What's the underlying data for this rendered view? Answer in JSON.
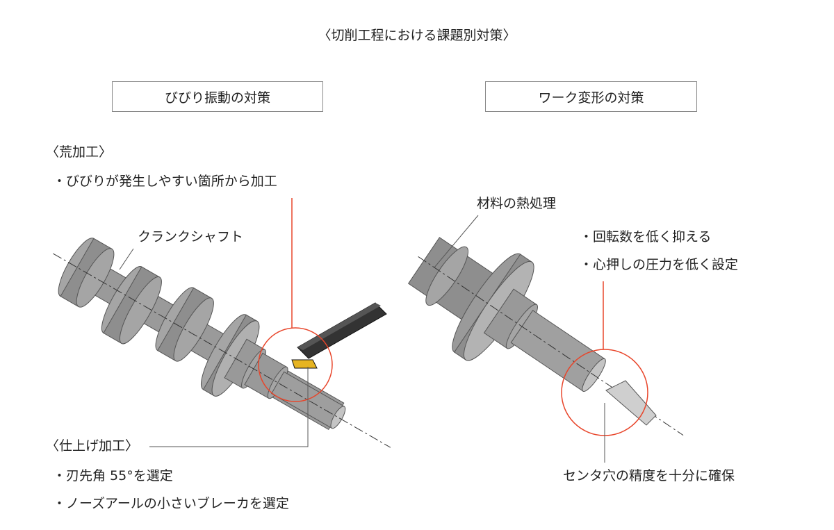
{
  "title": "〈切削工程における課題別対策〉",
  "left": {
    "heading": "びびり振動の対策",
    "rough_label": "〈荒加工〉",
    "rough_item": "・びびりが発生しやすい箇所から加工",
    "part_label": "クランクシャフト",
    "finish_label": "〈仕上げ加工〉",
    "finish_items": [
      "・刃先角 55°を選定",
      "・ノーズアールの小さいブレーカを選定"
    ]
  },
  "right": {
    "heading": "ワーク変形の対策",
    "heat_label": "材料の熱処理",
    "items": [
      "・回転数を低く抑える",
      "・心押しの圧力を低く設定"
    ],
    "center_label": "センタ穴の精度を十分に確保"
  },
  "colors": {
    "highlight": "#e8452a",
    "insert": "#e6b422",
    "tool": "#333333",
    "part": "#9a9a9a"
  }
}
